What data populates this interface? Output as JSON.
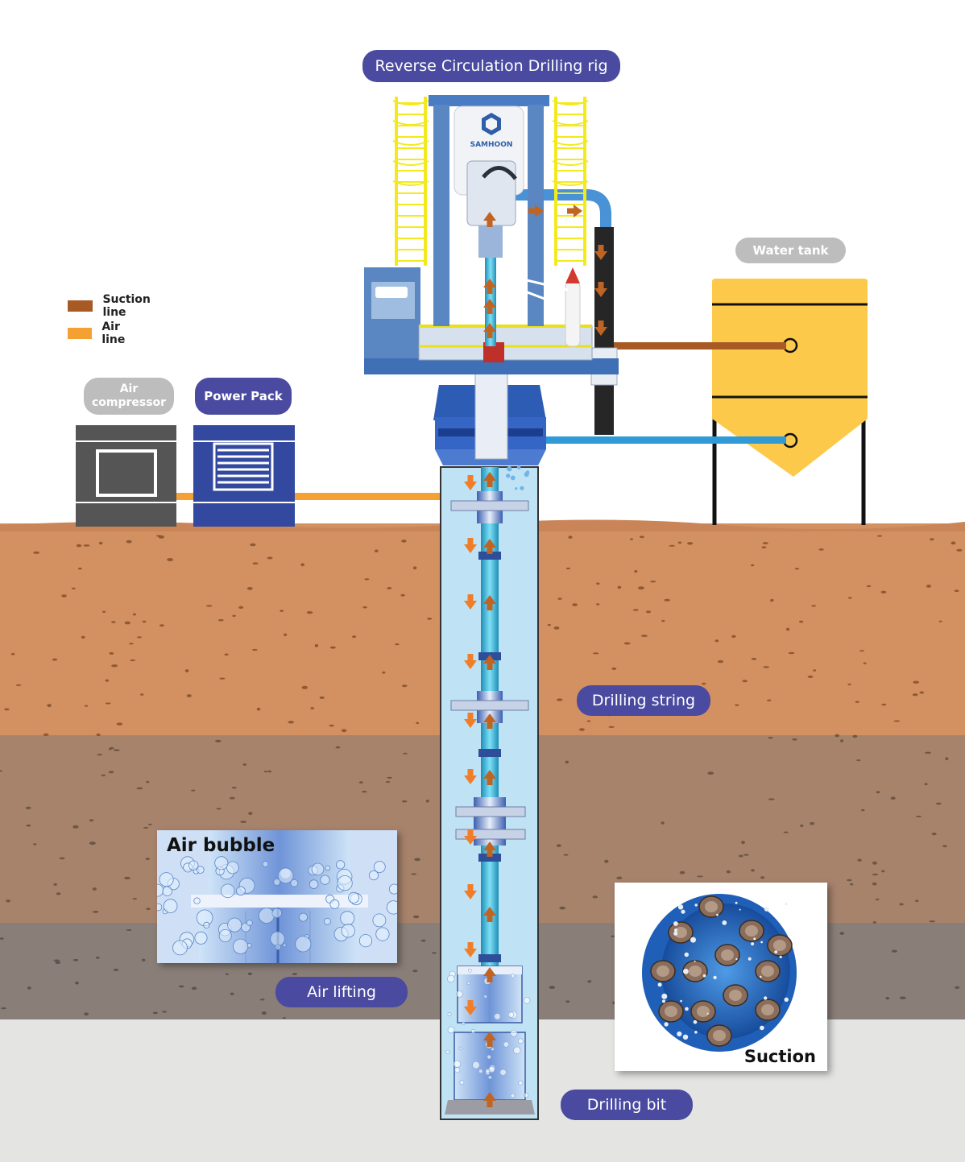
{
  "labels": {
    "rig": "Reverse Circulation Drilling rig",
    "water_tank": "Water tank",
    "air_compressor_line1": "Air",
    "air_compressor_line2": "compressor",
    "power_pack": "Power Pack",
    "drilling_string": "Drilling string",
    "air_lifting": "Air lifting",
    "drilling_bit": "Drilling bit",
    "air_bubble": "Air bubble",
    "suction": "Suction",
    "brand": "SAMHOON"
  },
  "legend": [
    {
      "label": "Suction line",
      "color": "#a85a24"
    },
    {
      "label": "Air line",
      "color": "#f5a033"
    }
  ],
  "colors": {
    "pill_blue": "#4a4aa0",
    "pill_gray": "#bdbdbd",
    "soil_top": "#d39061",
    "soil_mid": "#a7836c",
    "soil_low": "#8a7e78",
    "bedrock": "#e4e4e2",
    "water_tank": "#fcc94a",
    "water_line": "#2f9ad6",
    "borehole_water": "#bfe3f5",
    "rig_blue": "#5a86c2",
    "rig_yellow": "#f2ea1e"
  }
}
